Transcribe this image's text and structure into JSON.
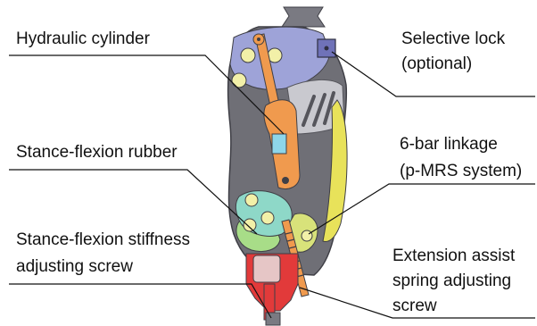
{
  "labels": {
    "hydraulic_cylinder": "Hydraulic cylinder",
    "selective_lock_line1": "Selective lock",
    "selective_lock_line2": "(optional)",
    "stance_flexion_rubber": "Stance-flexion rubber",
    "six_bar_line1": "6-bar linkage",
    "six_bar_line2": "(p-MRS system)",
    "stiffness_screw_line1": "Stance-flexion stiffness",
    "stiffness_screw_line2": "adjusting screw",
    "extension_assist_line1": "Extension assist",
    "extension_assist_line2": "spring adjusting",
    "extension_assist_line3": "screw"
  },
  "colors": {
    "frame_gray": "#6f6f76",
    "frame_dark": "#3f3f46",
    "upper_lavender": "#9ea3d8",
    "cylinder_orange": "#f09a4e",
    "cylinder_cyan": "#8ed6ea",
    "bolt_yellow": "#f2f0a8",
    "rubber_green": "#a8dd88",
    "linkage_cyan": "#8ed8c8",
    "spring_yellow": "#e8e25a",
    "screw_pink": "#e6c6c6",
    "screw_red": "#e23a3a",
    "leader_line": "#111111"
  }
}
